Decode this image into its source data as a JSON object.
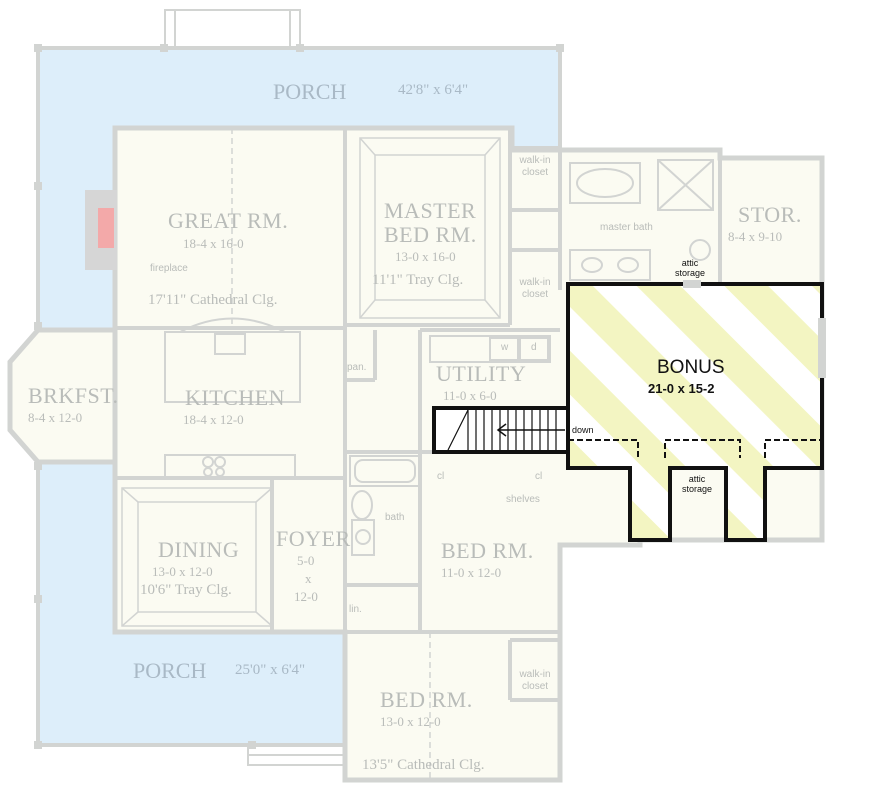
{
  "porch_top": {
    "name": "PORCH",
    "dims": "42'8\" x 6'4\""
  },
  "porch_bottom": {
    "name": "PORCH",
    "dims": "25'0\" x 6'4\""
  },
  "great_room": {
    "name": "GREAT RM.",
    "dims": "18-4 x 16-0",
    "ceiling": "17'11\" Cathedral Clg.",
    "fireplace": "fireplace"
  },
  "master_bed": {
    "name_line1": "MASTER",
    "name_line2": "BED RM.",
    "dims": "13-0 x 16-0",
    "ceiling": "11'1\" Tray Clg."
  },
  "walk_in_closet_1": "walk-in closet",
  "walk_in_closet_2": "walk-in closet",
  "walk_in_closet_3": "walk-in closet",
  "master_bath": "master bath",
  "storage": {
    "name": "STOR.",
    "dims": "8-4 x 9-10"
  },
  "breakfast": {
    "name": "BRKFST.",
    "dims": "8-4 x 12-0"
  },
  "kitchen": {
    "name": "KITCHEN",
    "dims": "18-4 x 12-0"
  },
  "pantry": "pan.",
  "utility": {
    "name": "UTILITY",
    "dims": "11-0 x 6-0",
    "w": "w",
    "d": "d"
  },
  "dining": {
    "name": "DINING",
    "dims": "13-0 x 12-0",
    "ceiling": "10'6\" Tray Clg."
  },
  "foyer": {
    "name": "FOYER",
    "dim1": "5-0",
    "x": "x",
    "dim2": "12-0"
  },
  "bath": "bath",
  "linen": "lin.",
  "closet_1": "cl",
  "closet_2": "cl",
  "shelves": "shelves",
  "bed_room_2": {
    "name": "BED RM.",
    "dims": "11-0 x 12-0"
  },
  "bed_room_3": {
    "name": "BED RM.",
    "dims": "13-0 x 12-0",
    "ceiling": "13'5\" Cathedral Clg."
  },
  "bonus": {
    "name": "BONUS",
    "dims": "21-0 x 15-2"
  },
  "attic_storage_top": "attic storage",
  "attic_storage_bottom": "attic storage",
  "stairs_label": "down",
  "colors": {
    "porch": "#ddeefa",
    "floor": "#fbfbf2",
    "walls": "#d2d4d2",
    "bonus_stripe": "#f3f5c2",
    "dark_wall": "#111111"
  }
}
